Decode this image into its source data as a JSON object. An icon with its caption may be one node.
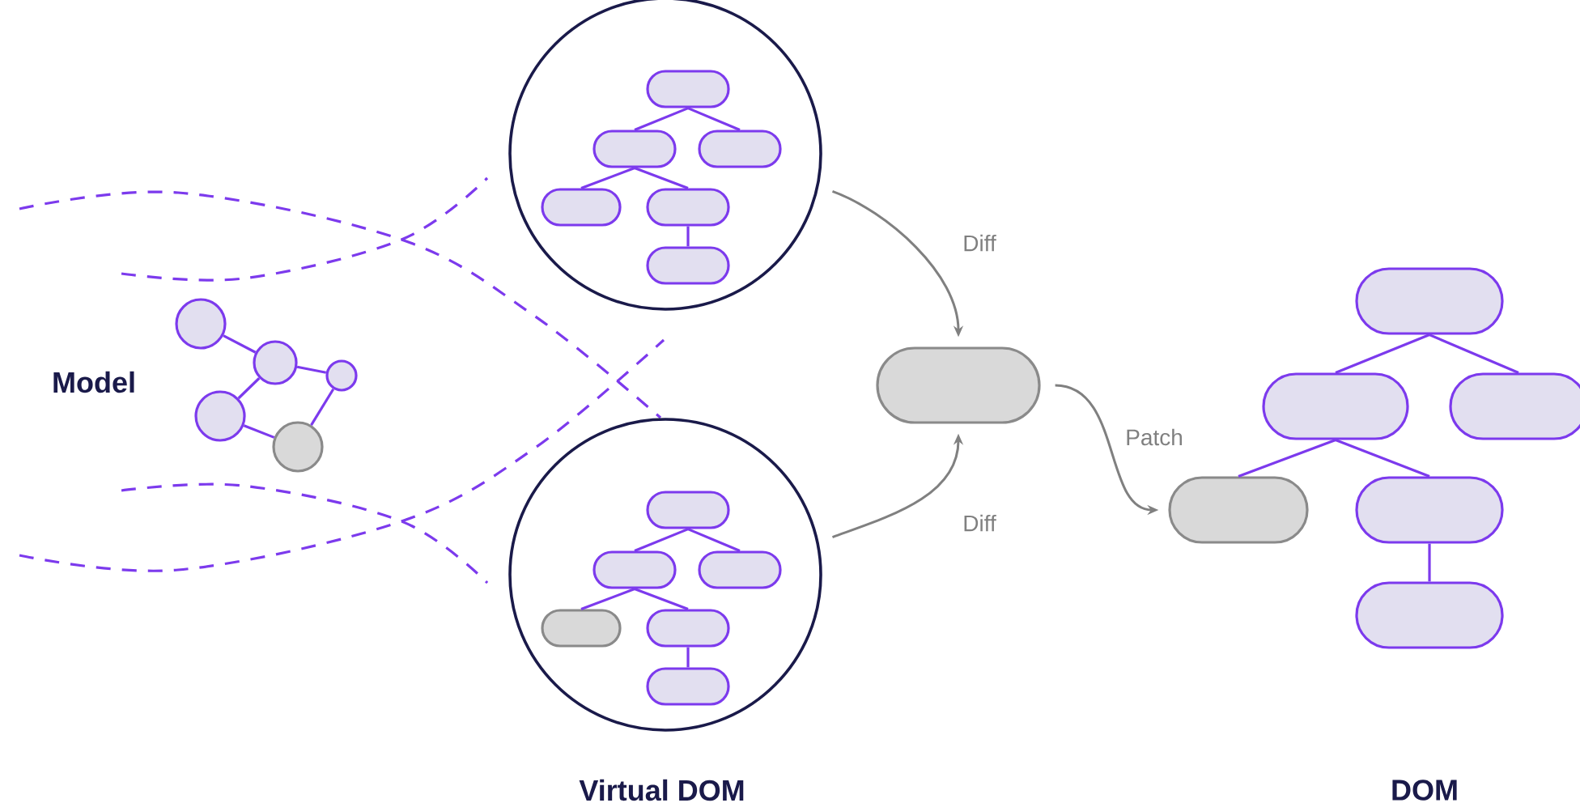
{
  "diagram": {
    "nodes": [
      {
        "text": [],
        "shape": "circle"
      },
      {
        "text": [],
        "shape": "box",
        "in": 0
      },
      {
        "text": [],
        "shape": "box",
        "in": 0
      },
      {
        "text": [],
        "shape": "box",
        "in": 0
      },
      {
        "text": [],
        "shape": "box",
        "in": 0
      },
      {
        "text": [],
        "shape": "box",
        "in": 0
      },
      {
        "text": [],
        "shape": "box",
        "in": 0
      },
      {
        "text": [],
        "shape": "circle"
      },
      {
        "text": [],
        "shape": "box",
        "in": 7
      },
      {
        "text": [],
        "shape": "box",
        "in": 7
      },
      {
        "text": [],
        "shape": "box",
        "in": 7
      },
      {
        "text": [],
        "shape": "box",
        "in": 7
      },
      {
        "text": [],
        "shape": "box",
        "in": 7
      },
      {
        "text": [],
        "shape": "box",
        "in": 7
      },
      {
        "text": [],
        "shape": "box"
      },
      {
        "text": [],
        "shape": "box"
      },
      {
        "text": [],
        "shape": "box"
      },
      {
        "text": [],
        "shape": "box"
      },
      {
        "text": [],
        "shape": "box"
      },
      {
        "text": [],
        "shape": "box"
      },
      {
        "text": [],
        "shape": "box"
      },
      {
        "text": [],
        "shape": "circle"
      },
      {
        "text": [],
        "shape": "circle"
      },
      {
        "text": [],
        "shape": "circle"
      },
      {
        "text": [],
        "shape": "circle"
      },
      {
        "text": [],
        "shape": "circle"
      }
    ],
    "edges": [
      {
        "from": 1,
        "to": 2,
        "arrow": "none"
      },
      {
        "from": 1,
        "to": 3,
        "arrow": "none"
      },
      {
        "from": 2,
        "to": 4,
        "arrow": "none"
      },
      {
        "from": 2,
        "to": 5,
        "arrow": "none"
      },
      {
        "from": 5,
        "to": 6,
        "arrow": "none"
      },
      {
        "from": 8,
        "to": 9,
        "arrow": "none"
      },
      {
        "from": 8,
        "to": 10,
        "arrow": "none"
      },
      {
        "from": 9,
        "to": 11,
        "arrow": "none"
      },
      {
        "from": 9,
        "to": 12,
        "arrow": "none"
      },
      {
        "from": 12,
        "to": 13,
        "arrow": "none"
      },
      {
        "from": 15,
        "to": 16,
        "arrow": "none"
      },
      {
        "from": 15,
        "to": 17,
        "arrow": "none"
      },
      {
        "from": 16,
        "to": 18,
        "arrow": "none"
      },
      {
        "from": 16,
        "to": 19,
        "arrow": "none"
      },
      {
        "from": 19,
        "to": 20,
        "arrow": "none"
      },
      {
        "from": 21,
        "to": 22,
        "arrow": "none"
      },
      {
        "from": 22,
        "to": 23,
        "arrow": "none"
      },
      {
        "from": 22,
        "to": 24,
        "arrow": "none"
      },
      {
        "from": 24,
        "to": 25,
        "arrow": "none"
      },
      {
        "from": 23,
        "to": 25,
        "arrow": "none"
      },
      {
        "from": 0,
        "to": 14,
        "arrow": "to",
        "label": "Diff",
        "color": "#808080"
      },
      {
        "from": 7,
        "to": 14,
        "arrow": "to",
        "label": "Diff",
        "color": "#808080"
      },
      {
        "from": 14,
        "to": 18,
        "arrow": "to",
        "label": "Patch",
        "color": "#808080"
      }
    ],
    "labels": [
      "Model",
      "Virtual DOM",
      "DOM"
    ]
  }
}
